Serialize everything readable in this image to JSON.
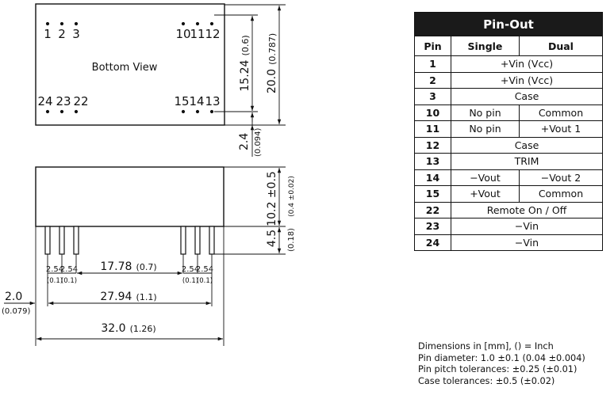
{
  "drawing": {
    "view_label": "Bottom View",
    "pin_numbers": {
      "top_left": [
        "1",
        "2",
        "3"
      ],
      "top_right": [
        "10",
        "11",
        "12"
      ],
      "bottom_left": [
        "24",
        "23",
        "22"
      ],
      "bottom_right": [
        "15",
        "14",
        "13"
      ]
    },
    "dimensions": {
      "pin_row_height": "15.24",
      "pin_row_height_in": "(0.6)",
      "case_height": "20.0",
      "case_height_in": "(0.787)",
      "case_offset": "2.4",
      "case_offset_in": "(0.094)",
      "body_height": "10.2 ±0.5",
      "body_height_in": "(0.4 ±0.02)",
      "pin_length": "4.5",
      "pin_length_in": "(0.18)",
      "pitch": "2.54",
      "pitch_in": "(0.1)",
      "center_span": "17.78",
      "center_span_in": "(0.7)",
      "pin_span": "27.94",
      "pin_span_in": "(1.1)",
      "edge_offset": "2.0",
      "edge_offset_in": "(0.079)",
      "case_width": "32.0",
      "case_width_in": "(1.26)"
    }
  },
  "pinout": {
    "title": "Pin-Out",
    "headers": {
      "pin": "Pin",
      "single": "Single",
      "dual": "Dual"
    },
    "rows": [
      {
        "pin": "1",
        "both": "+Vin (Vcc)"
      },
      {
        "pin": "2",
        "both": "+Vin (Vcc)"
      },
      {
        "pin": "3",
        "both": "Case"
      },
      {
        "pin": "10",
        "single": "No pin",
        "dual": "Common"
      },
      {
        "pin": "11",
        "single": "No pin",
        "dual": "+Vout 1"
      },
      {
        "pin": "12",
        "both": "Case"
      },
      {
        "pin": "13",
        "both": "TRIM"
      },
      {
        "pin": "14",
        "single": "−Vout",
        "dual": "−Vout 2"
      },
      {
        "pin": "15",
        "single": "+Vout",
        "dual": "Common"
      },
      {
        "pin": "22",
        "both": "Remote On / Off"
      },
      {
        "pin": "23",
        "both": "−Vin"
      },
      {
        "pin": "24",
        "both": "−Vin"
      }
    ]
  },
  "notes": [
    "Dimensions in [mm], () = Inch",
    "Pin diameter: 1.0 ±0.1 (0.04 ±0.004)",
    "Pin pitch tolerances: ±0.25 (±0.01)",
    "Case tolerances:  ±0.5 (±0.02)"
  ]
}
